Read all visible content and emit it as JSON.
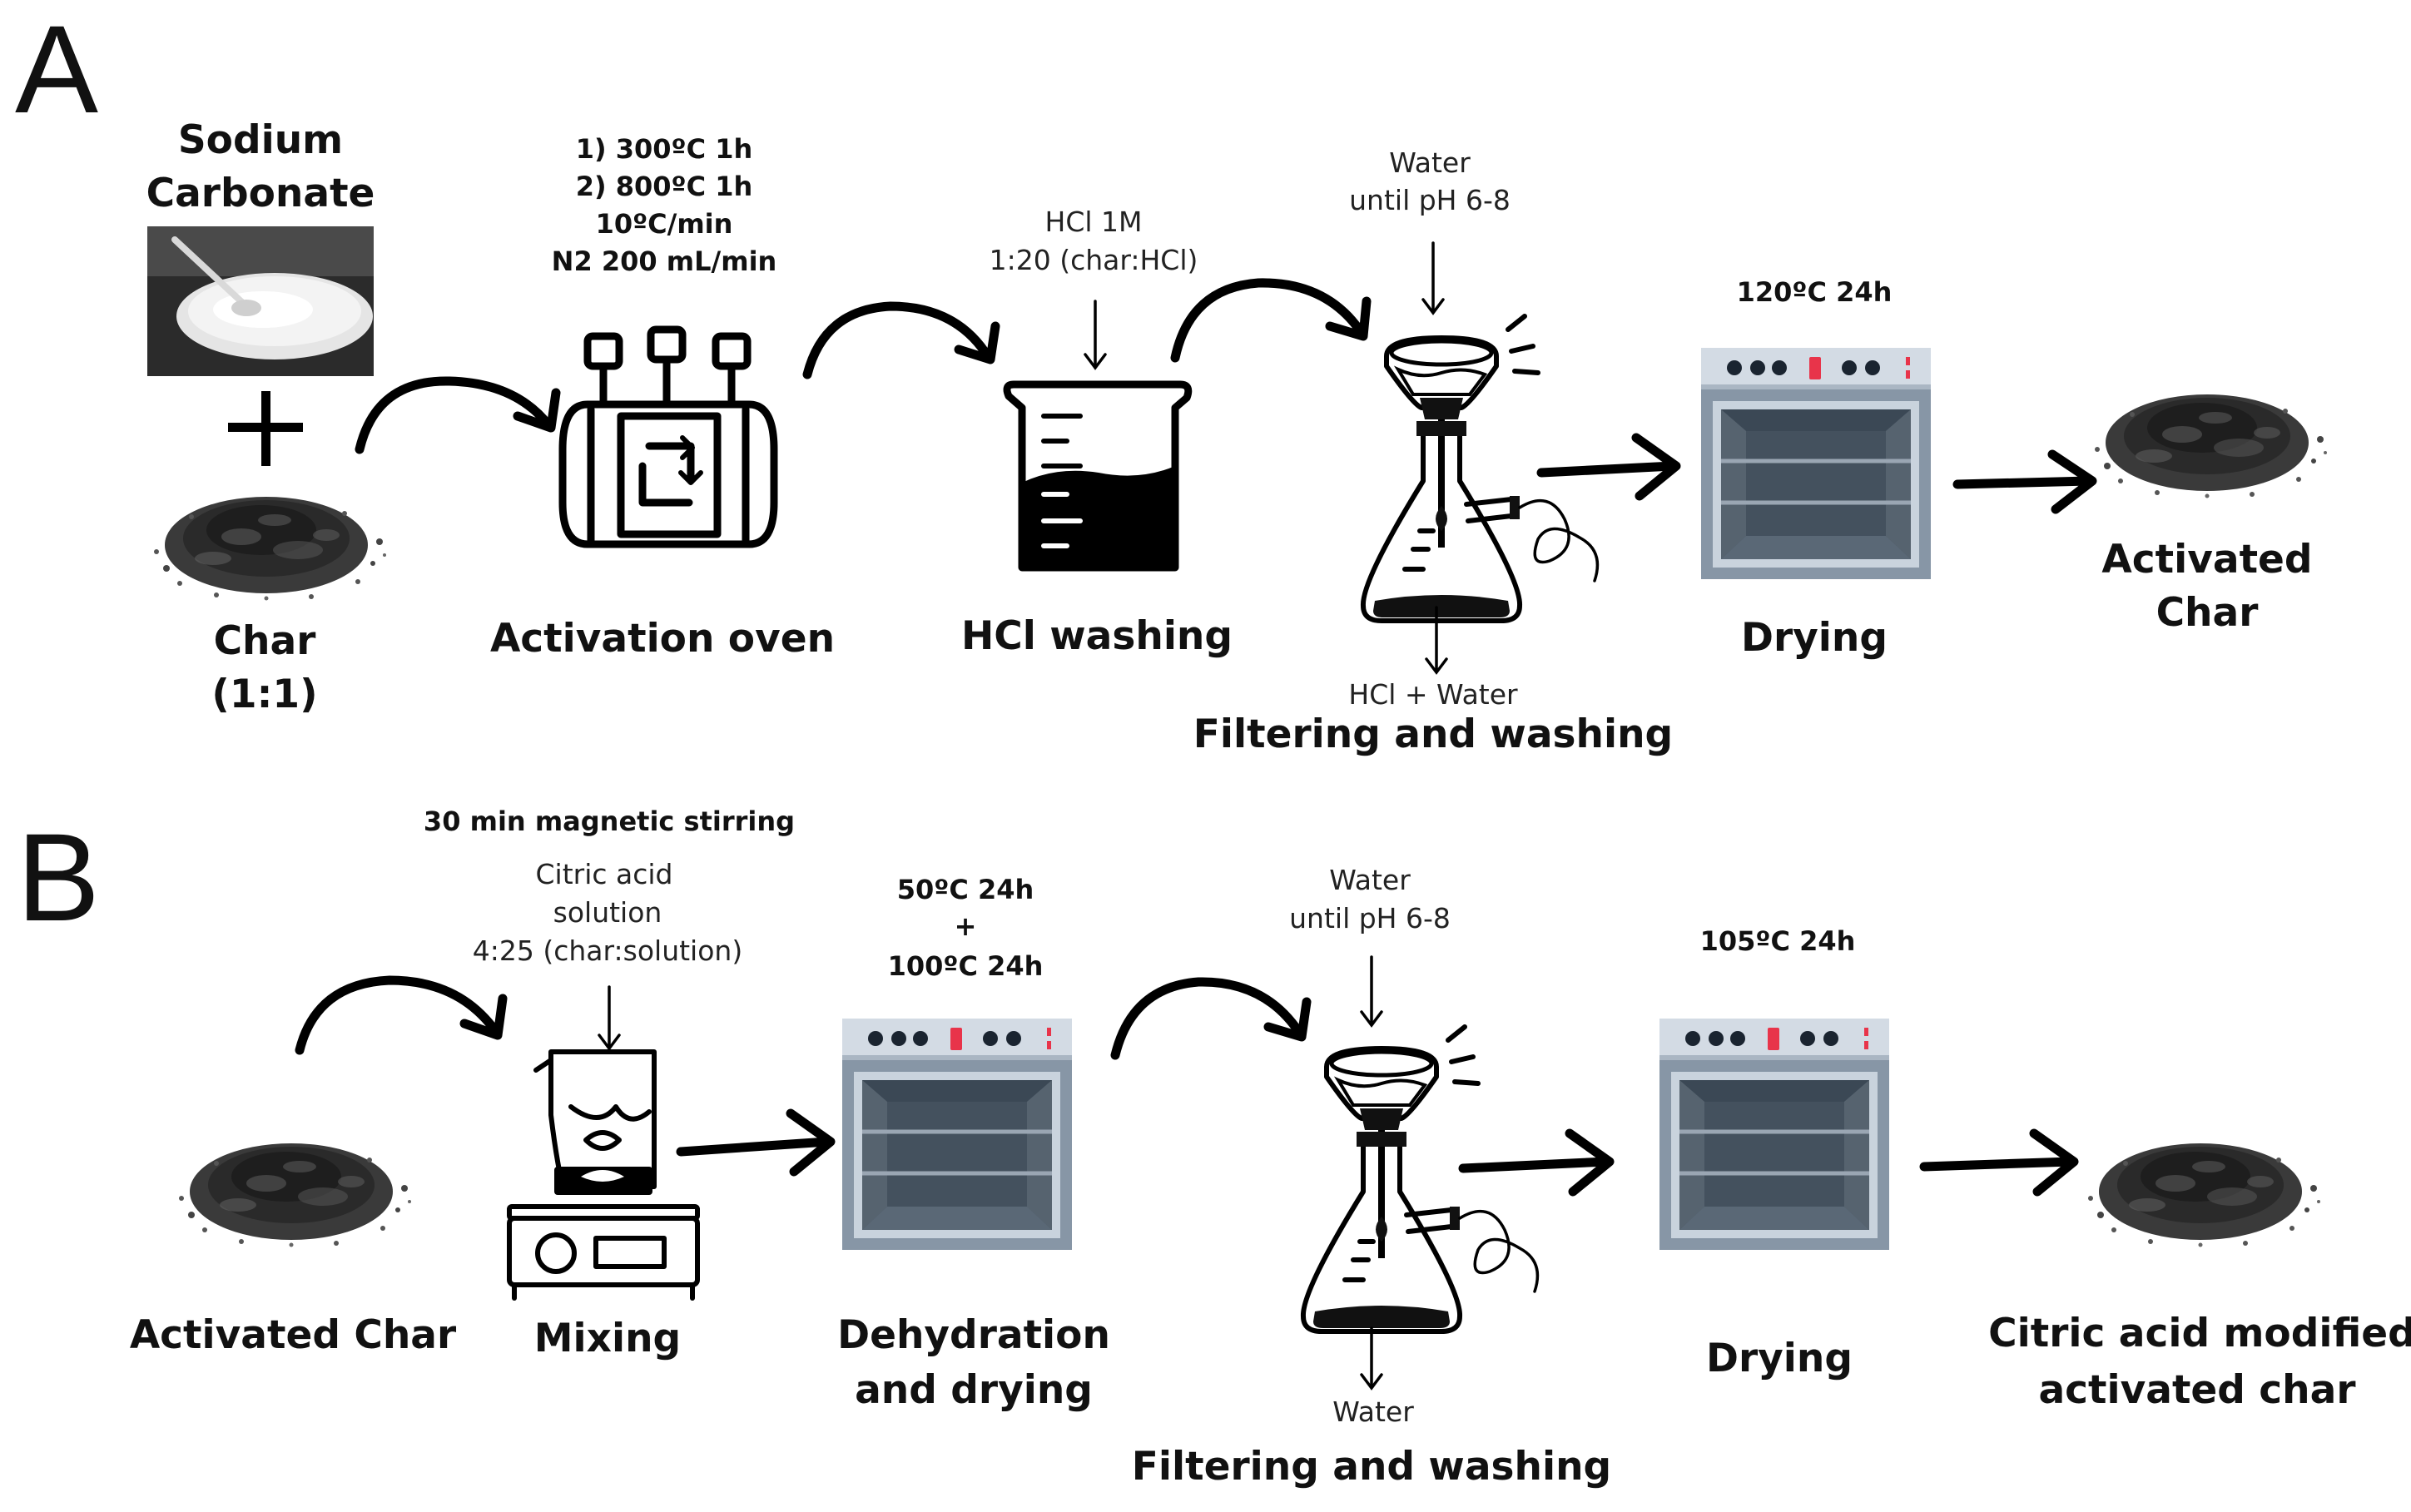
{
  "panels": {
    "a": "A",
    "b": "B"
  },
  "row_a": {
    "reagent": {
      "line1": "Sodium",
      "line2": "Carbonate"
    },
    "char": {
      "line1": "Char",
      "line2": "(1:1)"
    },
    "oven": {
      "label": "Activation oven",
      "conditions": [
        "1) 300ºC 1h",
        "2) 800ºC 1h",
        "10ºC/min",
        "N2 200 mL/min"
      ]
    },
    "hcl": {
      "label": "HCl washing",
      "note1": "HCl 1M",
      "note2": "1:20 (char:HCl)"
    },
    "filter": {
      "label": "Filtering and washing",
      "in1": "Water",
      "in2": "until pH 6-8",
      "out": "HCl + Water"
    },
    "drying": {
      "label": "Drying",
      "conditions": "120ºC 24h"
    },
    "product": {
      "line1": "Activated",
      "line2": "Char"
    }
  },
  "row_b": {
    "start": {
      "label": "Activated Char"
    },
    "mixing": {
      "label": "Mixing",
      "condition": "30 min magnetic stirring",
      "note1": "Citric acid",
      "note2": "solution",
      "note3": "4:25 (char:solution)"
    },
    "dehydration": {
      "line1": "Dehydration",
      "line2": "and drying",
      "cond1": "50ºC 24h",
      "plus": "+",
      "cond2": "100ºC 24h"
    },
    "filter": {
      "label": "Filtering and washing",
      "in1": "Water",
      "in2": "until pH 6-8",
      "out": "Water"
    },
    "drying": {
      "label": "Drying",
      "conditions": "105ºC 24h"
    },
    "product": {
      "line1": "Citric acid modified",
      "line2": "activated char"
    }
  },
  "colors": {
    "oven_body": "#8796a6",
    "oven_frame": "#c9d3dd",
    "oven_panel": "#d3dbe4",
    "oven_window": "#4c5a68",
    "oven_indicator": "#e8344a",
    "char": "#2f2f2f"
  }
}
